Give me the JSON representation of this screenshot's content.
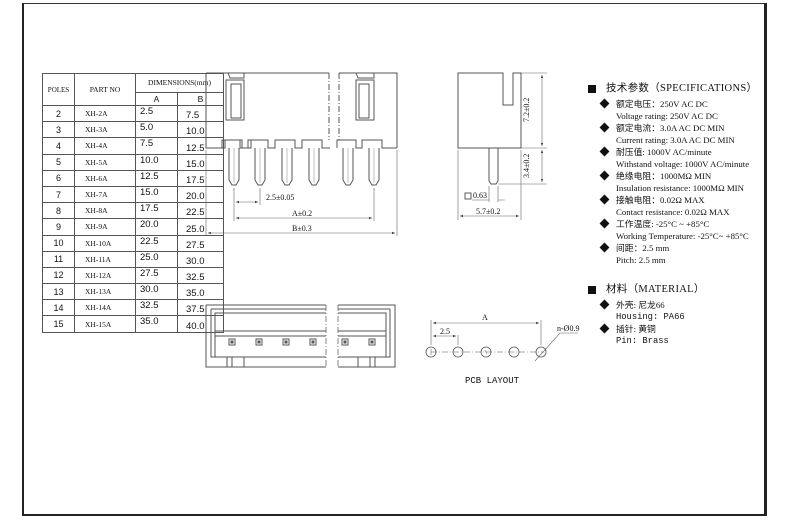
{
  "table": {
    "headers": {
      "poles": "POLES",
      "part_no": "PART NO",
      "dimensions": "DIMENSIONS(mm)",
      "col_a": "A",
      "col_b": "B"
    },
    "rows": [
      {
        "poles": "2",
        "part": "XH-2A",
        "a": "2.5",
        "b": "7.5"
      },
      {
        "poles": "3",
        "part": "XH-3A",
        "a": "5.0",
        "b": "10.0"
      },
      {
        "poles": "4",
        "part": "XH-4A",
        "a": "7.5",
        "b": "12.5"
      },
      {
        "poles": "5",
        "part": "XH-5A",
        "a": "10.0",
        "b": "15.0"
      },
      {
        "poles": "6",
        "part": "XH-6A",
        "a": "12.5",
        "b": "17.5"
      },
      {
        "poles": "7",
        "part": "XH-7A",
        "a": "15.0",
        "b": "20.0"
      },
      {
        "poles": "8",
        "part": "XH-8A",
        "a": "17.5",
        "b": "22.5"
      },
      {
        "poles": "9",
        "part": "XH-9A",
        "a": "20.0",
        "b": "25.0"
      },
      {
        "poles": "10",
        "part": "XH-10A",
        "a": "22.5",
        "b": "27.5"
      },
      {
        "poles": "11",
        "part": "XH-11A",
        "a": "25.0",
        "b": "30.0"
      },
      {
        "poles": "12",
        "part": "XH-12A",
        "a": "27.5",
        "b": "32.5"
      },
      {
        "poles": "13",
        "part": "XH-13A",
        "a": "30.0",
        "b": "35.0"
      },
      {
        "poles": "14",
        "part": "XH-14A",
        "a": "32.5",
        "b": "37.5"
      },
      {
        "poles": "15",
        "part": "XH-15A",
        "a": "35.0",
        "b": "40.0"
      }
    ]
  },
  "front_view": {
    "pitch_dim": "2.5±0.05",
    "a_dim": "A±0.2",
    "b_dim": "B±0.3"
  },
  "side_view": {
    "height_dim": "7.2±0.2",
    "pin_dim": "3.4±0.2",
    "pin_square": "0.63",
    "width_dim": "5.7±0.2"
  },
  "pcb_layout": {
    "title": "PCB LAYOUT",
    "a_label": "A",
    "pitch_label": "2.5",
    "hole_label": "n-Ø0.9"
  },
  "specifications": {
    "title": "技术参数（SPECIFICATIONS）",
    "items": [
      {
        "cn": "额定电压：250V AC DC",
        "en": "Voltage rating: 250V AC DC"
      },
      {
        "cn": "额定电流：3.0A AC DC   MIN",
        "en": "Current rating: 3.0A  AC DC  MIN"
      },
      {
        "cn": "耐压值: 1000V AC/minute",
        "en": "Withstand voltage: 1000V AC/minute"
      },
      {
        "cn": "绝缘电阻：1000MΩ  MIN",
        "en": "Insulation resistance: 1000MΩ  MIN"
      },
      {
        "cn": "接触电阻：0.02Ω  MAX",
        "en": "Contact resistance:  0.02Ω  MAX"
      },
      {
        "cn": "工作温度: -25°C ~ +85°C",
        "en": "Working Temperature: -25°C~ +85°C"
      },
      {
        "cn": "间距：2.5 mm",
        "en": "Pitch: 2.5 mm"
      }
    ]
  },
  "material": {
    "title": "材料（MATERIAL）",
    "items": [
      {
        "cn": "外壳: 尼龙66",
        "en": "Housing:  PA66"
      },
      {
        "cn": "插针: 黄铜",
        "en": "Pin: Brass"
      }
    ]
  }
}
